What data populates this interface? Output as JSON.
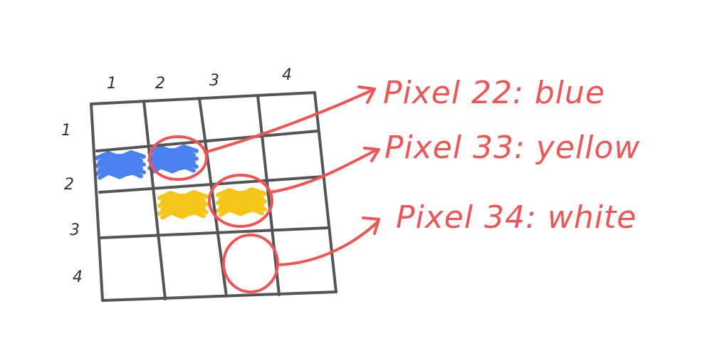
{
  "grid": {
    "rows": 4,
    "cols": 4,
    "column_labels": [
      "1",
      "2",
      "3",
      "4"
    ],
    "row_labels": [
      "1",
      "2",
      "3",
      "4"
    ],
    "line_color": "#555555",
    "filled_cells": [
      {
        "row": 2,
        "col": 1,
        "color": "#4a80f0",
        "name": "pixel-21"
      },
      {
        "row": 2,
        "col": 2,
        "color": "#4a80f0",
        "name": "pixel-22"
      },
      {
        "row": 3,
        "col": 2,
        "color": "#f5c518",
        "name": "pixel-32"
      },
      {
        "row": 3,
        "col": 3,
        "color": "#f5c518",
        "name": "pixel-33"
      }
    ]
  },
  "callouts": {
    "color": "#f05454",
    "pixel22": {
      "label": "Pixel 22: blue",
      "row": 2,
      "col": 2
    },
    "pixel33": {
      "label": "Pixel 33: yellow",
      "row": 3,
      "col": 3
    },
    "pixel34": {
      "label": "Pixel 34: white",
      "row": 4,
      "col": 3
    }
  }
}
